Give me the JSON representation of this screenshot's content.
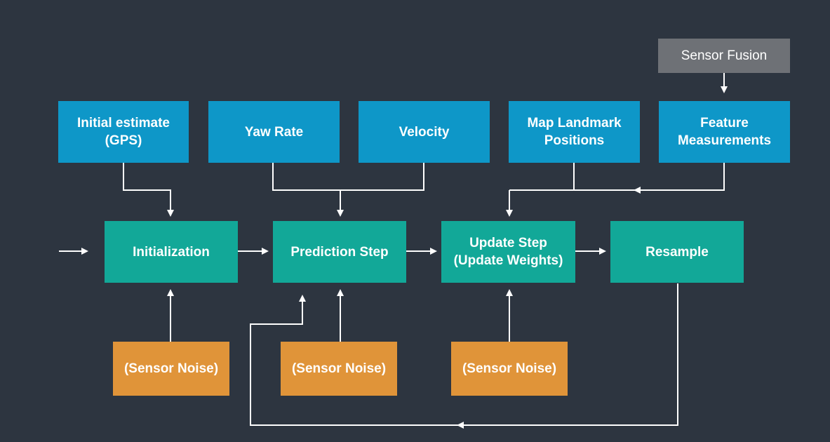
{
  "colors": {
    "background": "#2d3540",
    "input_box": "#0e97c8",
    "stage_box": "#12a898",
    "noise_box": "#e09439",
    "fusion_box": "#6e7176",
    "arrow": "#ffffff"
  },
  "sensor_fusion": "Sensor Fusion",
  "inputs": {
    "initial_estimate": "Initial estimate\n(GPS)",
    "yaw_rate": "Yaw Rate",
    "velocity": "Velocity",
    "map_landmark_positions": "Map Landmark\nPositions",
    "feature_measurements": "Feature\nMeasurements"
  },
  "stages": {
    "initialization": "Initialization",
    "prediction_step": "Prediction Step",
    "update_step": "Update Step\n(Update Weights)",
    "resample": "Resample"
  },
  "noise": {
    "initialization": "(Sensor Noise)",
    "prediction": "(Sensor Noise)",
    "update": "(Sensor Noise)"
  }
}
